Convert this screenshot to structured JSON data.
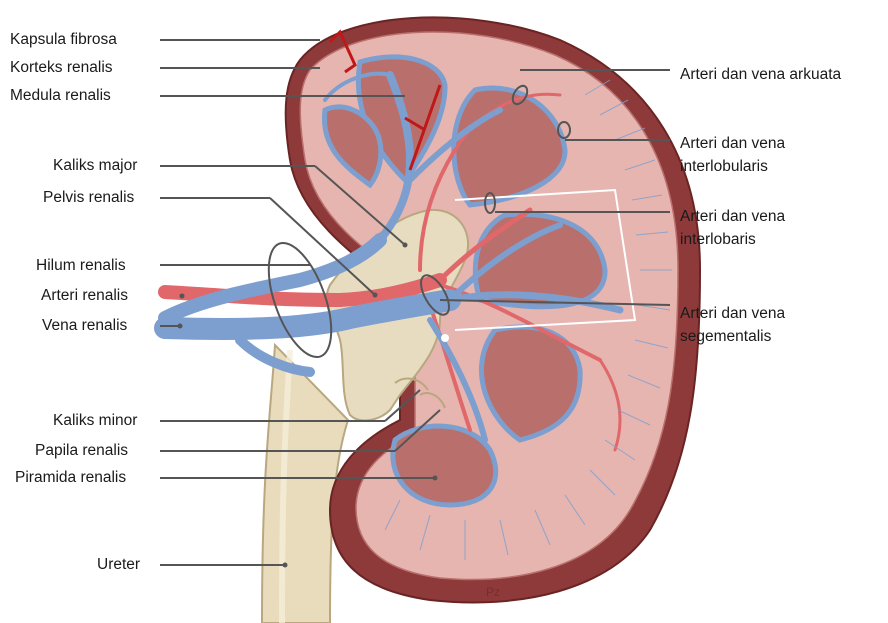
{
  "diagram": {
    "left_labels": [
      {
        "id": "kapsula",
        "text": "Kapsula fibrosa"
      },
      {
        "id": "korteks",
        "text": "Korteks renalis"
      },
      {
        "id": "medula",
        "text": "Medula renalis"
      },
      {
        "id": "kaliks-major",
        "text": "Kaliks major"
      },
      {
        "id": "pelvis",
        "text": "Pelvis renalis"
      },
      {
        "id": "hilum",
        "text": "Hilum renalis"
      },
      {
        "id": "arteri-renalis",
        "text": "Arteri renalis"
      },
      {
        "id": "vena-renalis",
        "text": "Vena renalis"
      },
      {
        "id": "kaliks-minor",
        "text": "Kaliks minor"
      },
      {
        "id": "papila",
        "text": "Papila renalis"
      },
      {
        "id": "piramida",
        "text": "Piramida renalis"
      },
      {
        "id": "ureter",
        "text": "Ureter"
      }
    ],
    "right_labels": [
      {
        "id": "arkuata",
        "lines": [
          "Arteri dan vena arkuata"
        ]
      },
      {
        "id": "interlobularis",
        "lines": [
          "Arteri dan vena",
          "interlobularis"
        ]
      },
      {
        "id": "interlobaris",
        "lines": [
          "Arteri dan vena",
          "interlobaris"
        ]
      },
      {
        "id": "segmentalis",
        "lines": [
          "Arteri dan vena",
          "segementalis"
        ]
      }
    ],
    "colors": {
      "capsule": "#8e3a3a",
      "cortex": "#e6b5b0",
      "pyramid": "#b9706d",
      "vein": "#7d9fcf",
      "artery": "#e0676a",
      "pelvis": "#e7dcc0",
      "bracket": "#c01818",
      "leader": "#555555"
    },
    "watermark": "Pz"
  }
}
